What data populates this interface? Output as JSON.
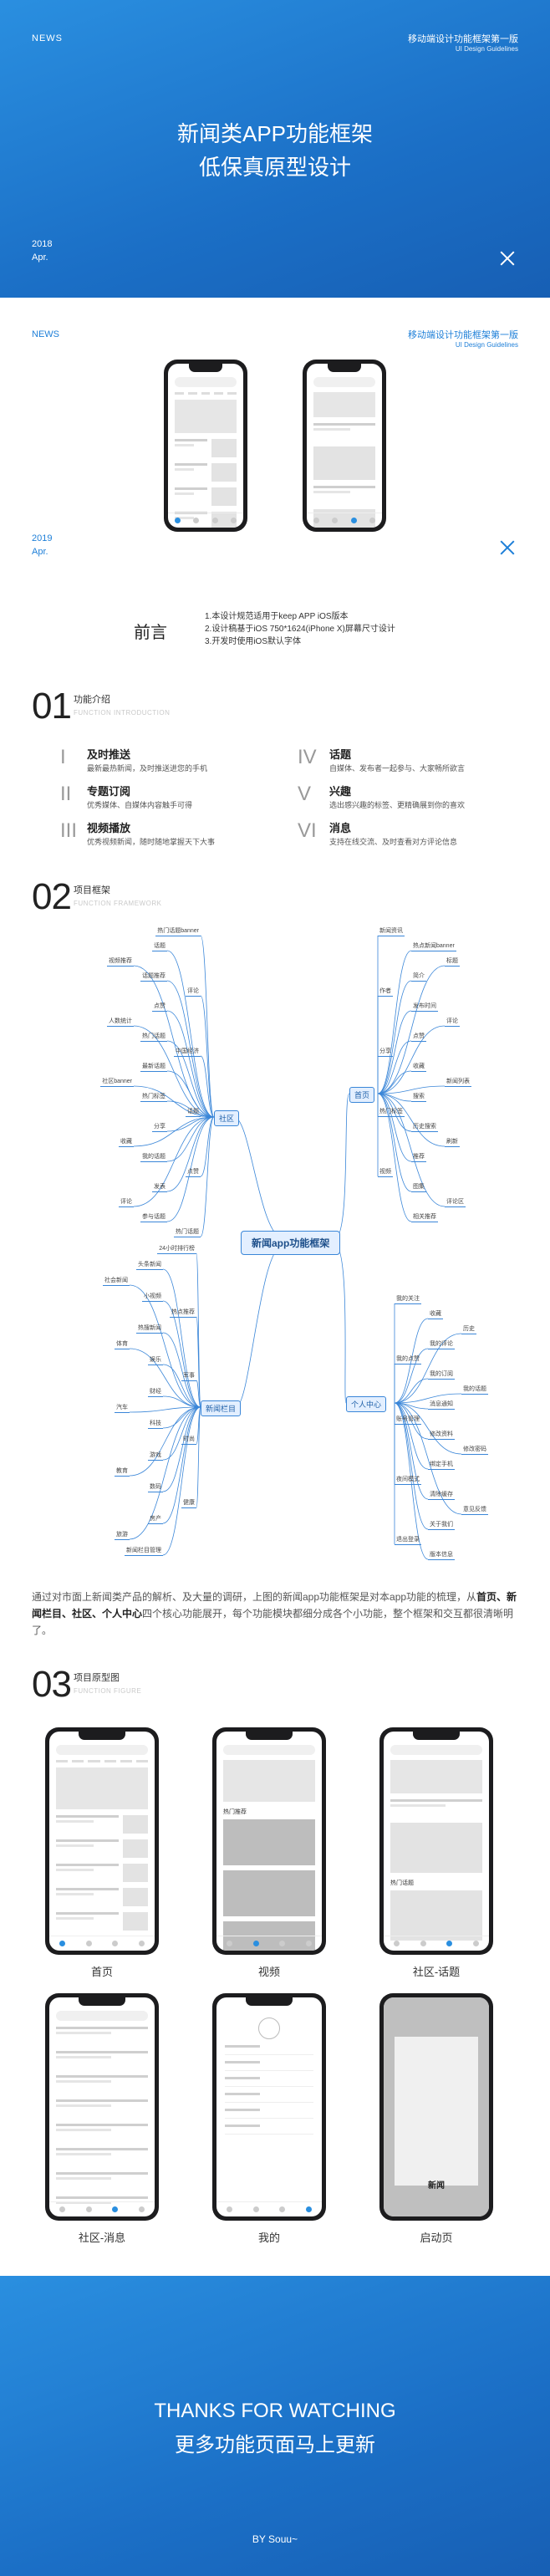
{
  "hero": {
    "brand": "NEWS",
    "right_title": "移动端设计功能框架第一版",
    "right_sub": "UI Design Guidelines",
    "title_line1": "新闻类APP功能框架",
    "title_line2": "低保真原型设计",
    "year": "2018",
    "month": "Apr."
  },
  "cover2": {
    "brand": "NEWS",
    "right_title": "移动端设计功能框架第一版",
    "right_sub": "UI Design Guidelines",
    "year": "2019",
    "month": "Apr."
  },
  "preface": {
    "title": "前言",
    "items": [
      "1.本设计规范适用于keep APP iOS版本",
      "2.设计稿基于iOS 750*1624(iPhone X)屏幕尺寸设计",
      "3.开发时使用iOS默认字体"
    ]
  },
  "section1": {
    "num": "01",
    "title": "功能介绍",
    "sub": "FUNCTION INTRODUCTION",
    "features": [
      {
        "rn": "I",
        "title": "及时推送",
        "desc": "最新最热新闻，及时推送进您的手机"
      },
      {
        "rn": "II",
        "title": "专题订阅",
        "desc": "优秀媒体、自媒体内容触手可得"
      },
      {
        "rn": "III",
        "title": "视频播放",
        "desc": "优秀视频新闻，随时随地掌握天下大事"
      },
      {
        "rn": "IV",
        "title": "话题",
        "desc": "自媒体、发布者一起参与、大家畅所欲言"
      },
      {
        "rn": "V",
        "title": "兴趣",
        "desc": "选出感兴趣的标签、更精确展到你的喜欢"
      },
      {
        "rn": "VI",
        "title": "消息",
        "desc": "支持在线交流、及时查看对方评论信息"
      }
    ]
  },
  "section2": {
    "num": "02",
    "title": "项目框架",
    "sub": "FUNCTION FRAMEWORK",
    "mindmap": {
      "center": "新闻app功能框架",
      "branches": [
        "社区",
        "首页",
        "个人中心",
        "新闻栏目"
      ],
      "labels_left_top": [
        "热门话题banner",
        "话题",
        "视频推荐",
        "话题推荐",
        "评论",
        "点赞",
        "人数统计",
        "热门话题",
        "中国经济",
        "最新话题",
        "社区banner",
        "热门标签",
        "话题",
        "分享",
        "收藏",
        "我的话题",
        "点赞",
        "发表",
        "评论",
        "参与话题",
        "热门话题"
      ],
      "labels_left_bottom": [
        "24小时排行榜",
        "头条新闻",
        "社会新闻",
        "小视频",
        "热点推荐",
        "热搜新闻",
        "体育",
        "娱乐",
        "军事",
        "财经",
        "汽车",
        "科技",
        "时尚",
        "游戏",
        "教育",
        "数码",
        "健康",
        "房产",
        "旅游",
        "新闻栏目管理"
      ],
      "labels_right_top": [
        "新闻资讯",
        "热点新闻banner",
        "标题",
        "简介",
        "作者",
        "发布时间",
        "评论",
        "点赞",
        "分享",
        "收藏",
        "新闻列表",
        "搜索",
        "热门标签",
        "历史搜索",
        "刷新",
        "推荐",
        "视频",
        "图集",
        "评论区",
        "相关推荐"
      ],
      "labels_right_bottom": [
        "我的关注",
        "收藏",
        "历史",
        "我的评论",
        "我的点赞",
        "我的订阅",
        "我的话题",
        "消息通知",
        "账号管理",
        "修改资料",
        "修改密码",
        "绑定手机",
        "夜间模式",
        "清除缓存",
        "意见反馈",
        "关于我们",
        "退出登录",
        "版本信息"
      ]
    }
  },
  "paragraph": {
    "p1": "通过对市面上新闻类产品的解析、及大量的调研，上图的新闻app功能框架是对本app功能的梳理，从",
    "b1": "首页、新闻栏目、社区、个人中心",
    "p2": "四个核心功能展开，每个功能模块都细分成各个小功能，整个框架和交互都很清晰明了。"
  },
  "section3": {
    "num": "03",
    "title": "项目原型图",
    "sub": "FUNCTION FIGURE",
    "captions": [
      "首页",
      "视频",
      "社区-话题",
      "社区-消息",
      "我的",
      "启动页"
    ],
    "hot_label": "热门推荐",
    "hot_topic": "热门话题",
    "logo": "新闻"
  },
  "footer": {
    "line1": "THANKS FOR WATCHING",
    "line2": "更多功能页面马上更新",
    "by": "BY Souu~"
  }
}
